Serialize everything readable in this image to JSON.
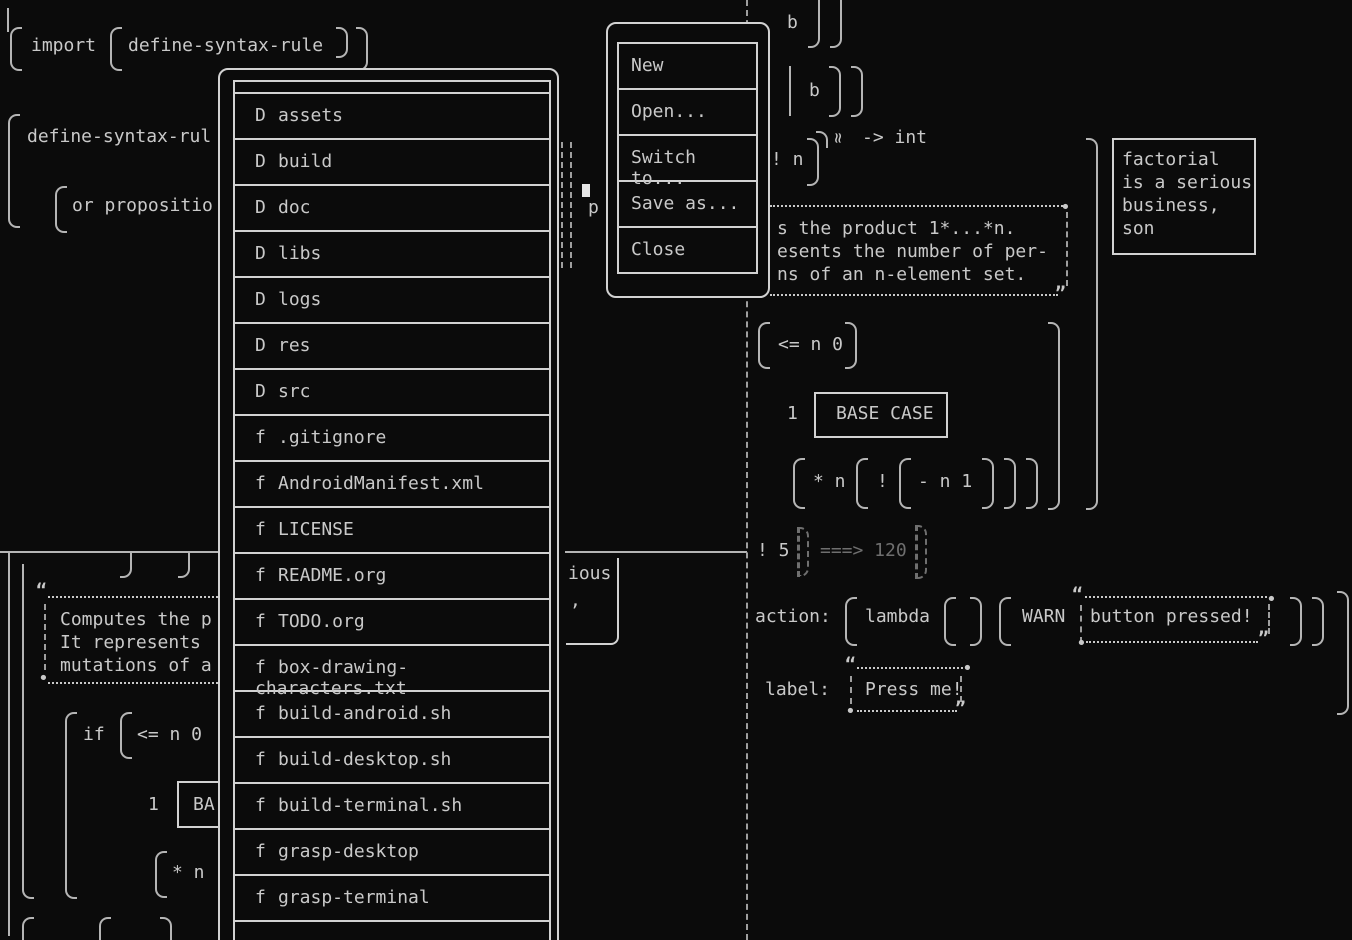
{
  "colors": {
    "background": "#0b0b0b",
    "text": "#c9c9c9",
    "dim_text": "#6f6f6f",
    "panel_border": "#d2d2d2",
    "paren": "#b5b5b5",
    "cursor": "#e6e6e6"
  },
  "glyphs": {
    "open_quote": "“",
    "close_quote": "”",
    "corner_dot": "•",
    "wavy_line": "≈"
  },
  "menu": {
    "items": [
      {
        "label": "New"
      },
      {
        "label": "Open..."
      },
      {
        "label": "Switch to..."
      },
      {
        "label": "Save as..."
      },
      {
        "label": "Close"
      }
    ]
  },
  "file_browser": {
    "items": [
      {
        "icon": "D",
        "name": "assets"
      },
      {
        "icon": "D",
        "name": "build"
      },
      {
        "icon": "D",
        "name": "doc"
      },
      {
        "icon": "D",
        "name": "libs"
      },
      {
        "icon": "D",
        "name": "logs"
      },
      {
        "icon": "D",
        "name": "res"
      },
      {
        "icon": "D",
        "name": "src"
      },
      {
        "icon": "f",
        "name": ".gitignore"
      },
      {
        "icon": "f",
        "name": "AndroidManifest.xml"
      },
      {
        "icon": "f",
        "name": "LICENSE"
      },
      {
        "icon": "f",
        "name": "README.org"
      },
      {
        "icon": "f",
        "name": "TODO.org"
      },
      {
        "icon": "f",
        "name": "box-drawing-characters.txt"
      },
      {
        "icon": "f",
        "name": "build-android.sh"
      },
      {
        "icon": "f",
        "name": "build-desktop.sh"
      },
      {
        "icon": "f",
        "name": "build-terminal.sh"
      },
      {
        "icon": "f",
        "name": "grasp-desktop"
      },
      {
        "icon": "f",
        "name": "grasp-terminal"
      }
    ]
  },
  "editor_left": {
    "import_kw": "import",
    "define_syntax_rule": "define-syntax-rule",
    "define_syntax_rule_clipped": "define-syntax-rul",
    "or_proposition_clipped": "or propositio",
    "docstring_lines": [
      "Computes the p",
      "It represents",
      "mutations of a"
    ],
    "if_kw": "if",
    "condition": "<= n 0",
    "base_value": "1",
    "base_case_clipped": "BA",
    "mult_clipped": "* n",
    "clipped_text_ious": "ious",
    "clipped_comma": ",",
    "cursor_char": "p"
  },
  "editor_right": {
    "b_top": "b",
    "b_mid": "b",
    "return_type": "-> int",
    "signature": "! n",
    "docstring_lines": [
      "s the product 1*...*n.",
      "esents the number of per-",
      "ns of an n-element set."
    ],
    "comment_lines": [
      "factorial",
      "is a serious",
      "business,",
      "son"
    ],
    "condition": "<= n 0",
    "base_value": "1",
    "base_case_label": "BASE CASE",
    "mult_head": "* n",
    "bang": "!",
    "sub_expr": "- n 1",
    "example_call": "! 5",
    "example_result": "===> 120",
    "action_key": "action:",
    "lambda_kw": "lambda",
    "warn_kw": "WARN",
    "warn_message": "button pressed!",
    "label_key": "label:",
    "label_value": "Press me!"
  }
}
